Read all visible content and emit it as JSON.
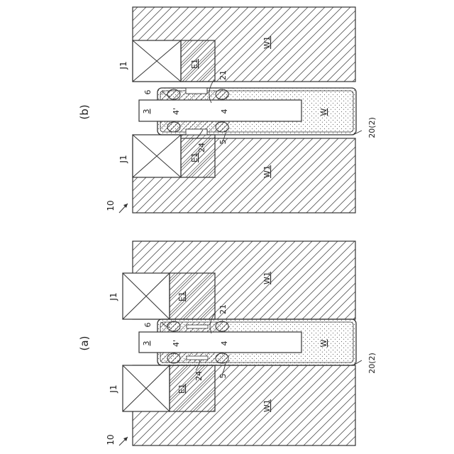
{
  "panels": [
    {
      "label": "(a)",
      "device_ref": "10",
      "top_jig": "J1",
      "bottom_jig": "J1",
      "top_electrode": "E1",
      "bottom_electrode": "E1",
      "top_workpiece": "W1",
      "bottom_workpiece": "W1",
      "body": "3",
      "cavity": "W",
      "gaskets_left": "4'",
      "gaskets_right": "4",
      "seal_top": "6",
      "seal_bottom": "5",
      "port_top": "21",
      "port_bottom": "24",
      "container": "20(2)"
    },
    {
      "label": "(b)",
      "device_ref": "10",
      "top_jig": "J1",
      "bottom_jig": "J1",
      "top_electrode": "E1",
      "bottom_electrode": "E1",
      "top_workpiece": "W1",
      "bottom_workpiece": "W1",
      "body": "3",
      "cavity": "W",
      "gaskets_left": "4'",
      "gaskets_right": "4",
      "seal_top": "6",
      "seal_bottom": "5",
      "port_top": "21",
      "port_bottom": "24",
      "container": "20(2)"
    }
  ]
}
